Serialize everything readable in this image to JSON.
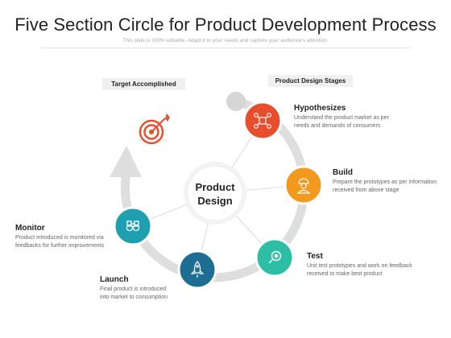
{
  "header": {
    "title": "Five Section Circle for Product Development Process",
    "subtitle": "This slide is 100% editable. Adapt it to your needs and capture your audience's attention."
  },
  "tags": {
    "target": "Target Accomplished",
    "stages": "Product Design Stages"
  },
  "center": {
    "line1": "Product",
    "line2": "Design"
  },
  "stages": [
    {
      "title": "Hypothesizes",
      "desc1": "Understand the product market as per",
      "desc2": "needs and demands of consumers",
      "color": "#e84e2c",
      "icon": "network-icon"
    },
    {
      "title": "Build",
      "desc1": "Prepare the prototypes as per information",
      "desc2": "received  from above stage",
      "color": "#f39a1e",
      "icon": "worker-icon"
    },
    {
      "title": "Test",
      "desc1": "Unit test prototypes and work on feedback",
      "desc2": "received to make best product",
      "color": "#2dbfa6",
      "icon": "magnifier-icon"
    },
    {
      "title": "Launch",
      "desc1": "Final product is introduced",
      "desc2": "into market to consumption",
      "color": "#1e6e93",
      "icon": "rocket-icon"
    },
    {
      "title": "Monitor",
      "desc1": "Product introduced is monitored via",
      "desc2": "feedbacks for further improvements",
      "color": "#1ea0b0",
      "icon": "binoculars-icon"
    }
  ],
  "colors": {
    "ring": "#dedede",
    "target": "#e84e2c"
  }
}
